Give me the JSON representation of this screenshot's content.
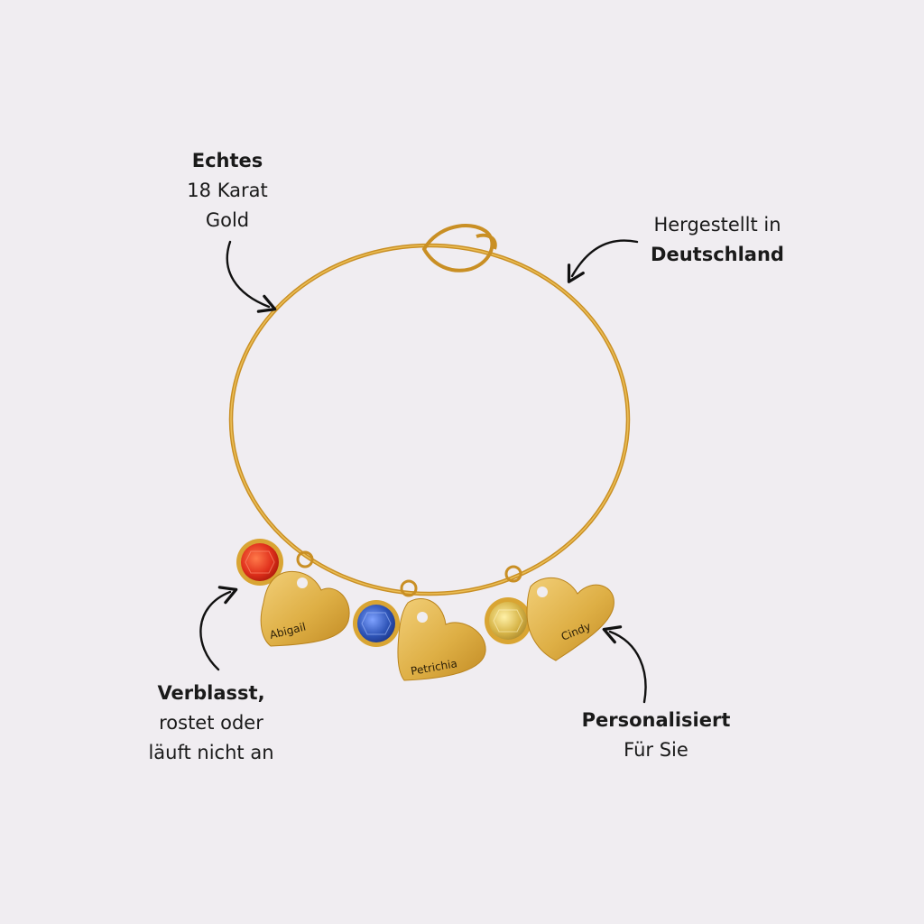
{
  "callouts": {
    "gold": {
      "line1": "Echtes",
      "line2": "18 Karat",
      "line3": "Gold"
    },
    "made": {
      "line1": "Hergestellt in",
      "line2": "Deutschland"
    },
    "fade": {
      "line1": "Verblasst,",
      "line2": "rostet oder",
      "line3": "läuft nicht an"
    },
    "personal": {
      "line1": "Personalisiert",
      "line2": "Für Sie"
    }
  },
  "charms": {
    "heart1": "Abigail",
    "heart2": "Petrichia",
    "heart3": "Cindy"
  },
  "colors": {
    "background": "#f0edf1",
    "gold": "#dca835",
    "stone_red": "#e0301c",
    "stone_blue": "#2f55b8",
    "stone_yellow": "#d8b64a"
  }
}
